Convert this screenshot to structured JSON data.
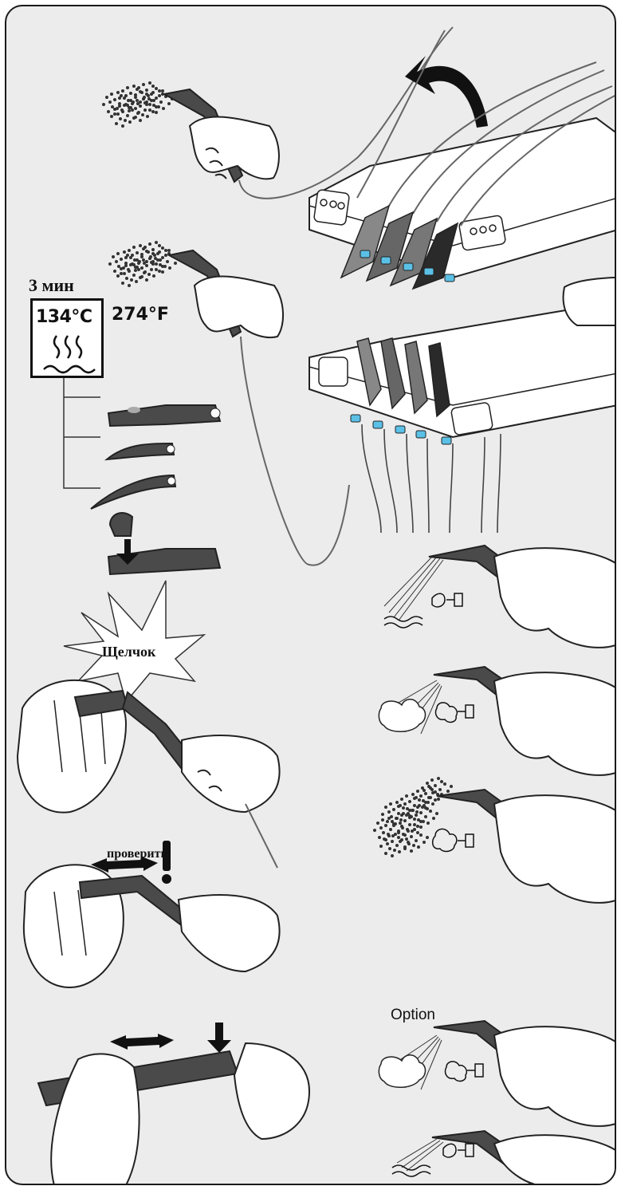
{
  "labels": {
    "time": "3 мин",
    "temp_celsius": "134°C",
    "temp_fahrenheit": "274°F",
    "click": "Щелчок",
    "check": "проверить",
    "option": "Option"
  },
  "icons": [
    "sterilize-steam-icon",
    "water-drop-icon",
    "air-puff-icon",
    "spray-icon",
    "warning-exclamation-icon"
  ],
  "colors": {
    "frame": "#1a1a1a",
    "background": "#ececed",
    "tube": "#4a4a4a",
    "nozzle_blue": "#5bc0e6",
    "hand_fill": "#ffffff",
    "line": "#222222"
  }
}
